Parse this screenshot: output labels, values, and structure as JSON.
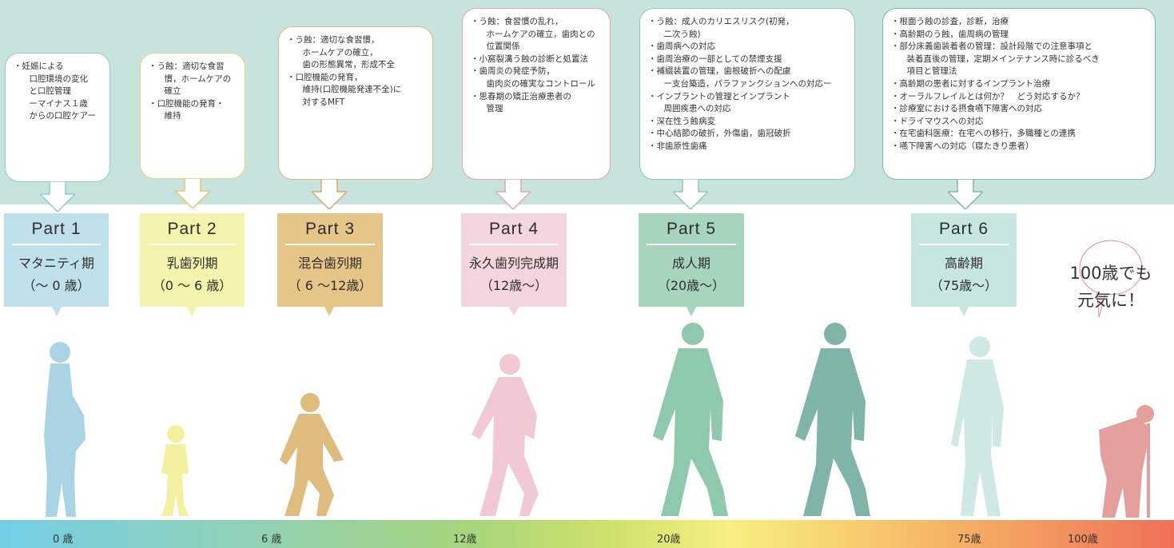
{
  "cards": [
    {
      "color": "#8fc8da",
      "lines": [
        "・妊娠による",
        "　口腔環境の変化",
        "　と口腔管理",
        "　ーマイナス１歳",
        "　からの口腔ケアー"
      ]
    },
    {
      "color": "#e5d77a",
      "lines": [
        "・う蝕：適切な食習",
        "　慣，ホームケアの",
        "　確立",
        "・口腔機能の発育・",
        "　維持"
      ]
    },
    {
      "color": "#d9b98c",
      "lines": [
        "・う蝕：適切な食習慣，",
        "　ホームケアの確立，",
        "　歯の形態異常，形成不全",
        "・口腔機能の発育，",
        "　維持(口腔機能発達不全)に",
        "　対するMFT"
      ]
    },
    {
      "color": "#e9a3ad",
      "lines": [
        "・う蝕：食習慣の乱れ，",
        "　ホームケアの確立，歯肉との",
        "　位置関係",
        "・小窩裂溝う蝕の診断と処置法",
        "・歯周炎の発症予防，",
        "　歯肉炎の確実なコントロール",
        "・思春期の矯正治療患者の",
        "　管理"
      ]
    },
    {
      "color": "#8fc9b2",
      "lines": [
        "・う蝕：成人のカリエスリスク(初発，",
        "　二次う蝕)",
        "・歯周病への対応",
        "・歯周治療の一部としての禁煙支援",
        "・補綴装置の管理，歯根破折への配慮",
        "　ー支台築造，パラファンクションへの対応ー",
        "・インプラントの管理とインプラント",
        "　周囲疾患への対応",
        "・深在性う蝕病変",
        "・中心結節の破折，外傷歯，歯冠破折",
        "・非歯原性歯痛"
      ]
    },
    {
      "color": "#7fb8ad",
      "lines": [
        "・根面う蝕の診査，診断，治療",
        "・高齢期のう蝕，歯周病の管理",
        "・部分床義歯装着者の管理：設計段階での注意事項と",
        "　装着直後の管理，定期メインテナンス時に診るべき",
        "　項目と管理法",
        "・高齢期の患者に対するインプラント治療",
        "・オーラルフレイルとは何か？　どう対応するか？",
        "・診療室における摂食嚥下障害への対応",
        "・ドライマウスへの対応",
        "・在宅歯科医療：在宅への移行，多職種との連携",
        "・嚥下障害への対応（寝たきり患者）"
      ]
    }
  ],
  "parts": [
    {
      "label": "Part 1",
      "phase": "マタニティ期",
      "age": "（〜 0 歳）",
      "color": "#bfe0ea"
    },
    {
      "label": "Part 2",
      "phase": "乳歯列期",
      "age": "（0 〜 6 歳）",
      "color": "#f4f3ad"
    },
    {
      "label": "Part 3",
      "phase": "混合歯列期",
      "age": "（ 6 〜12歳）",
      "color": "#e6c688"
    },
    {
      "label": "Part 4",
      "phase": "永久歯列完成期",
      "age": "（12歳〜）",
      "color": "#f3d5dc"
    },
    {
      "label": "Part 5",
      "phase": "成人期",
      "age": "（20歳〜）",
      "color": "#a7d4bd"
    },
    {
      "label": "Part 6",
      "phase": "高齢期",
      "age": "（75歳〜）",
      "color": "#c8e6e0"
    }
  ],
  "bubble": {
    "line1": "100歳でも",
    "line2": "元気に！"
  },
  "timeline": {
    "ticks": [
      "0 歳",
      "6 歳",
      "12歳",
      "20歳",
      "75歳",
      "100歳"
    ]
  },
  "colors": {
    "band": "#c6e3de",
    "figure_maternity": "#a9d4e4",
    "figure_toddler": "#f3f0a0",
    "figure_child": "#dfbc7e",
    "figure_teen": "#f0c9d3",
    "figure_adult1": "#8fc9ad",
    "figure_adult2": "#7fb5a8",
    "figure_senior": "#cfe8e3",
    "figure_elder": "#e49e9c"
  }
}
